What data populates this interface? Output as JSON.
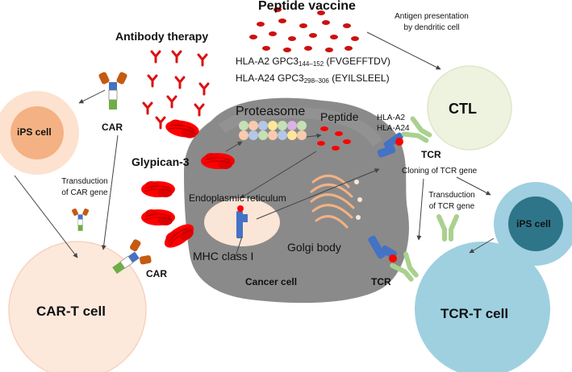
{
  "labels": {
    "peptide_vaccine": "Peptide vaccine",
    "antigen_presentation": "Antigen presentation",
    "by_dendritic_cell": "by dendritic cell",
    "antibody_therapy": "Antibody therapy",
    "hla_a2_prefix": "HLA-A2  GPC3",
    "hla_a2_sub": "144–152",
    "hla_a2_seq": " (FVGEFFTDV)",
    "hla_a24_prefix": "HLA-A24  GPC3",
    "hla_a24_sub": "298–306",
    "hla_a24_seq": " (EYILSLEEL)",
    "ctl": "CTL",
    "ips_cell_left": "iPS cell",
    "ips_cell_right": "iPS cell",
    "car_top": "CAR",
    "car_bottom": "CAR",
    "proteasome": "Proteasome",
    "peptide": "Peptide",
    "hla_a2": "HLA-A2",
    "hla_a24": "HLA-A24",
    "tcr_top": "TCR",
    "tcr_bottom": "TCR",
    "glypican3": "Glypican-3",
    "cloning_tcr": "Cloning of  TCR gene",
    "transduction_car_1": "Transduction",
    "transduction_car_2": "of CAR gene",
    "transduction_tcr_1": "Transduction",
    "transduction_tcr_2": "of TCR gene",
    "er": "Endoplasmic reticulum",
    "golgi": "Golgi body",
    "mhc": "MHC class I",
    "cancer_cell": "Cancer cell",
    "car_t": "CAR-T cell",
    "tcr_t": "TCR-T cell"
  },
  "colors": {
    "glypican": "#ff0000",
    "antibody": "#dd1111",
    "cancer_cell": "#8a8a8a",
    "ctl": "#eef3df",
    "car_t": "#fde9dc",
    "tcr_t": "#9fd0e0",
    "ips_left_outer": "#fde2cf",
    "ips_left_inner": "#f4b183",
    "ips_right_outer": "#9fcfe0",
    "ips_right_inner": "#2e7589",
    "mhc": "#4472c4",
    "tcr_receptor": "#a9d18e"
  },
  "icons": [
    "antibody-icon",
    "glypican3-icon",
    "car-receptor-icon",
    "tcr-receptor-icon",
    "mhc-icon",
    "proteasome-icon",
    "golgi-icon",
    "er-icon"
  ]
}
